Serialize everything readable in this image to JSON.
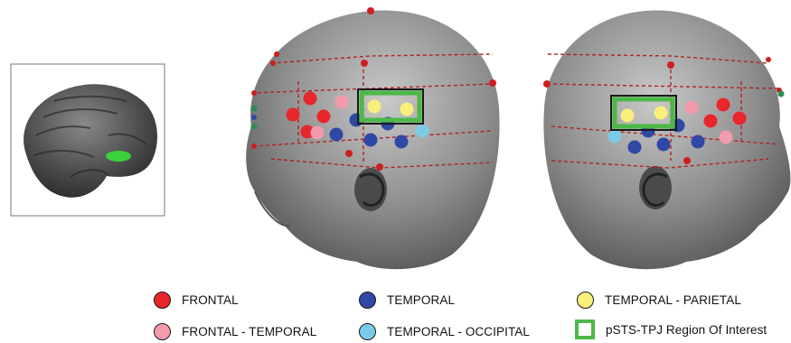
{
  "colors": {
    "frontal": "#e8262b",
    "frontal_temporal": "#f39aac",
    "temporal": "#2f48a6",
    "temporal_occipital": "#7ccbe6",
    "temporal_parietal": "#f8f07a",
    "roi": "#4cb848"
  },
  "legend": {
    "items": [
      {
        "key": "frontal",
        "label": "FRONTAL",
        "shape": "circle"
      },
      {
        "key": "frontal_temporal",
        "label": "FRONTAL - TEMPORAL",
        "shape": "circle"
      },
      {
        "key": "temporal",
        "label": "TEMPORAL",
        "shape": "circle"
      },
      {
        "key": "temporal_occipital",
        "label": "TEMPORAL - OCCIPITAL",
        "shape": "circle"
      },
      {
        "key": "temporal_parietal",
        "label": "TEMPORAL - PARIETAL",
        "shape": "circle"
      },
      {
        "key": "roi",
        "label": "pSTS-TPJ Region Of Interest",
        "shape": "square"
      }
    ]
  },
  "panels": {
    "brain_inset": {
      "icon": "brain-icon"
    },
    "left_head": {
      "icon": "infant-head-icon"
    },
    "right_head": {
      "icon": "infant-head-icon"
    }
  }
}
